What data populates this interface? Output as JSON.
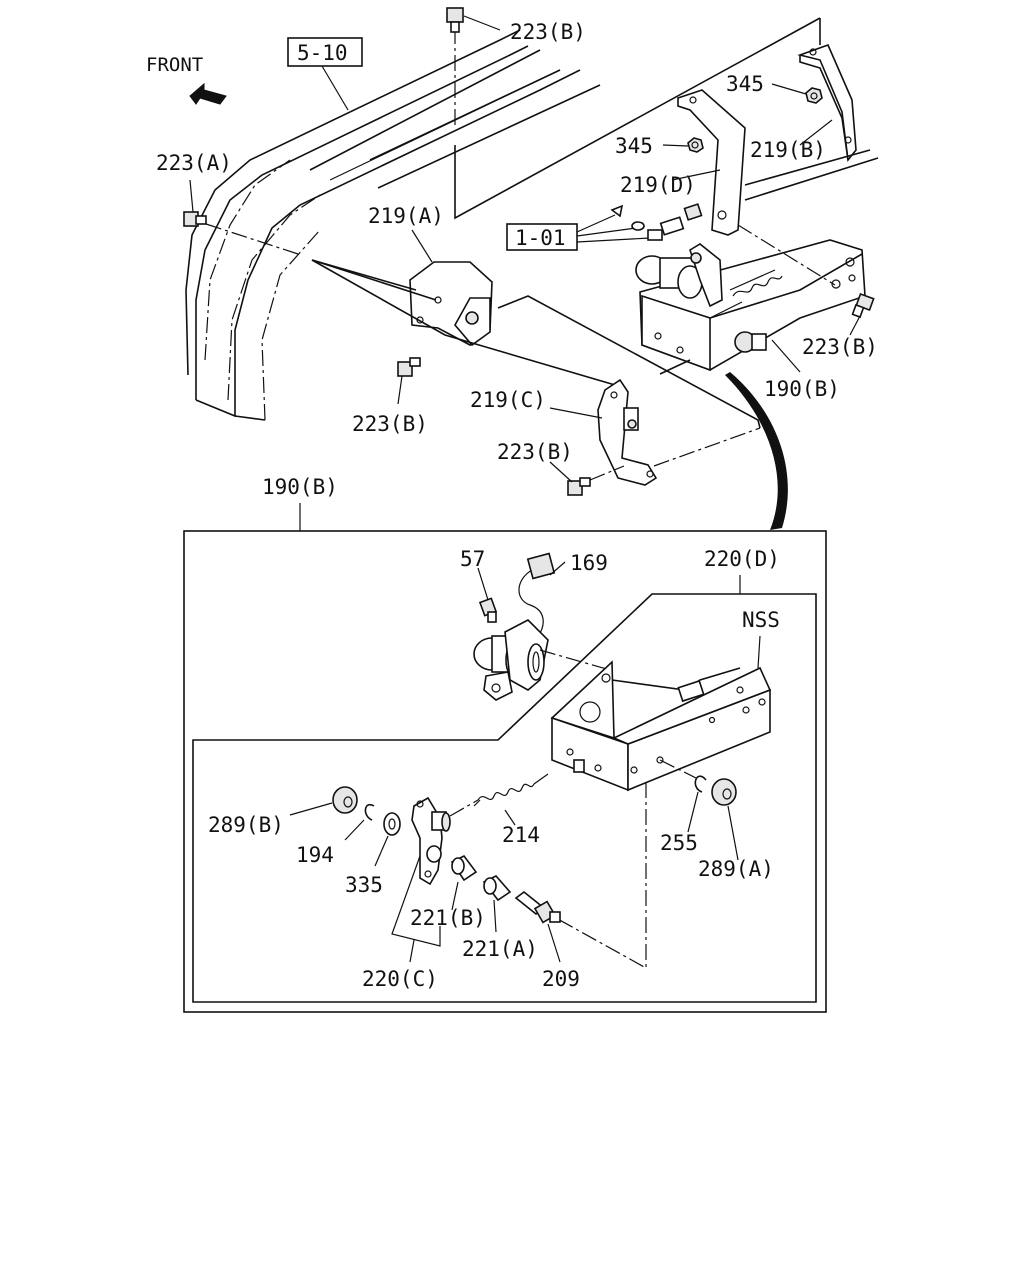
{
  "diagram": {
    "front_text": "FRONT",
    "refs": {
      "ref_5_10": "5-10",
      "ref_1_01": "1-01"
    },
    "callouts": {
      "c223b_top": "223(B)",
      "c345_right": "345",
      "c345_mid": "345",
      "c219b": "219(B)",
      "c219d": "219(D)",
      "c223a": "223(A)",
      "c219a": "219(A)",
      "c223b_right": "223(B)",
      "c190b_right": "190(B)",
      "c223b_left": "223(B)",
      "c219c": "219(C)",
      "c223b_mid": "223(B)",
      "c190b_box": "190(B)",
      "c57": "57",
      "c169": "169",
      "c220d": "220(D)",
      "cnss": "NSS",
      "c289b": "289(B)",
      "c194": "194",
      "c335": "335",
      "c214": "214",
      "c255": "255",
      "c289a": "289(A)",
      "c221b": "221(B)",
      "c221a": "221(A)",
      "c220c": "220(C)",
      "c209": "209"
    }
  }
}
